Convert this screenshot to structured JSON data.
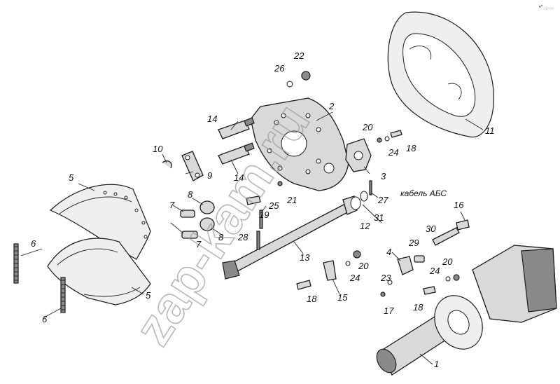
{
  "corner_mark": "•° ……",
  "watermark": "zap-kam.ru",
  "cable_label": "кабель АБС",
  "labels": {
    "l1": "1",
    "l2": "2",
    "l3": "3",
    "l4": "4",
    "l5a": "5",
    "l5b": "5",
    "l6a": "6",
    "l6b": "6",
    "l7a": "7",
    "l7b": "7",
    "l8a": "8",
    "l8b": "8",
    "l9": "9",
    "l10": "10",
    "l11": "11",
    "l12": "12",
    "l13": "13",
    "l14a": "14",
    "l14b": "14",
    "l15": "15",
    "l16": "16",
    "l17": "17",
    "l18a": "18",
    "l18b": "18",
    "l18c": "18",
    "l19": "19",
    "l20a": "20",
    "l20b": "20",
    "l20c": "20",
    "l21": "21",
    "l22": "22",
    "l23": "23",
    "l24a": "24",
    "l24b": "24",
    "l24c": "24",
    "l25": "25",
    "l26": "26",
    "l27": "27",
    "l28": "28",
    "l29": "29",
    "l30": "30",
    "l31": "31"
  }
}
